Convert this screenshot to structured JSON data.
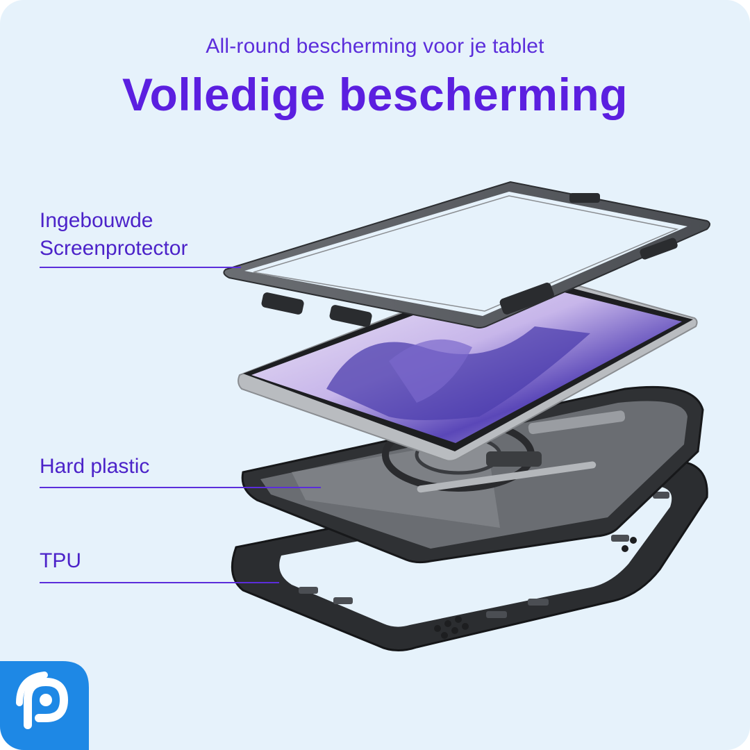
{
  "header": {
    "subtitle": "All-round bescherming voor je tablet",
    "title": "Volledige bescherming"
  },
  "callouts": {
    "screen": {
      "line1": "Ingebouwde",
      "line2": "Screenprotector"
    },
    "hard": "Hard plastic",
    "tpu": "TPU"
  },
  "colors": {
    "background": "#e6f2fb",
    "accent": "#5b1fe0",
    "logo": "#1e88e5"
  },
  "icons": [
    "brand-logo-icon"
  ]
}
